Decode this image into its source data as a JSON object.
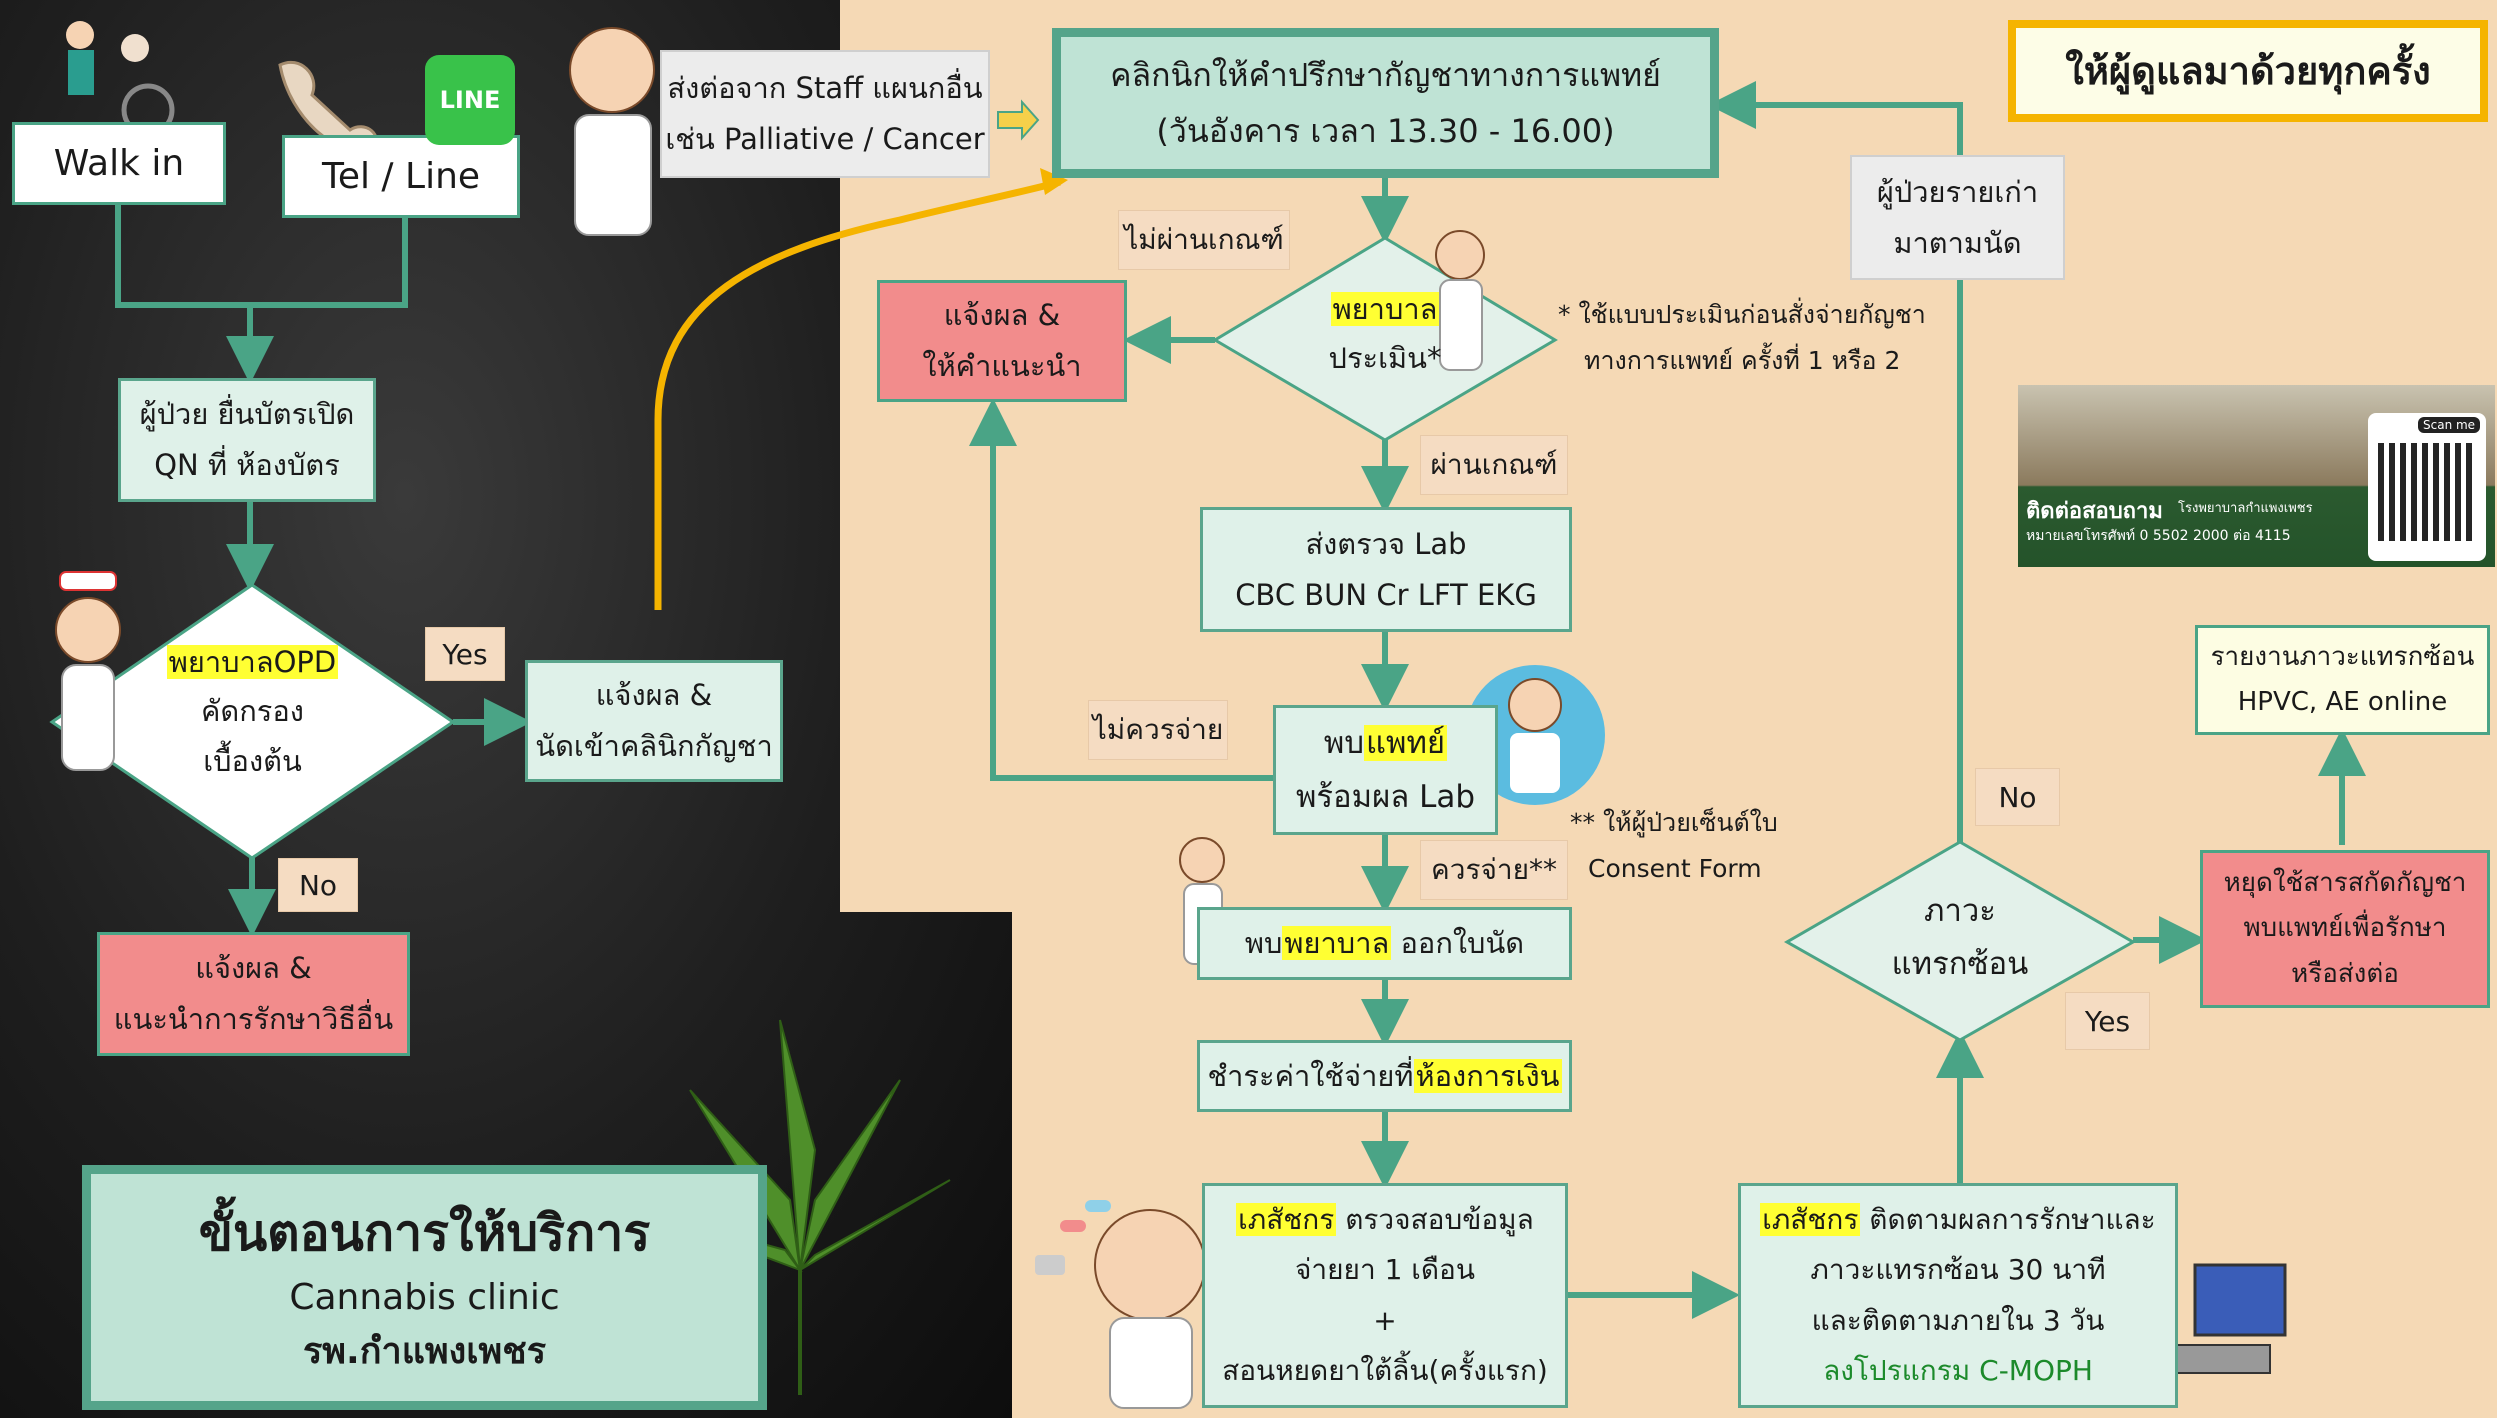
{
  "colors": {
    "accent": "#55a48a",
    "highlight": "#ffff33",
    "pink": "#f28c8c",
    "orange_arrow": "#f5b400",
    "background_tan": "#f5d9b5"
  },
  "entry": {
    "walk_in": "Walk in",
    "tel_line": "Tel / Line",
    "line_logo": "LINE",
    "referral": [
      "ส่งต่อจาก Staff แผนกอื่น",
      "เช่น Palliative / Cancer"
    ]
  },
  "left_flow": {
    "register": [
      "ผู้ป่วย ยื่นบัตรเปิด",
      "QN ที่ ห้องบัตร"
    ],
    "opd_nurse_hl": "พยาบาลOPD",
    "opd_nurse_rest": [
      "คัดกรอง",
      "เบื้องต้น"
    ],
    "yes": "Yes",
    "no": "No",
    "notify_appt": [
      "แจ้งผล &",
      "นัดเข้าคลินิกกัญชา"
    ],
    "notify_alt": [
      "แจ้งผล &",
      "แนะนำการรักษาวิธีอื่น"
    ]
  },
  "title_box": {
    "title": "ขั้นตอนการให้บริการ",
    "subtitle": "Cannabis clinic",
    "hospital": "รพ.กำแพงเพชร"
  },
  "clinic": {
    "title": "คลิกนิกให้คำปรึกษากัญชาทางการแพทย์",
    "time": "(วันอังคาร เวลา 13.30 - 16.00)"
  },
  "banner": "ให้ผู้ดูแลมาด้วยทุกครั้ง",
  "assessment": {
    "nurse_hl": "พยาบาล",
    "rest": "ประเมิน*",
    "fail_label": "ไม่ผ่านเกณฑ์",
    "pass_label": "ผ่านเกณฑ์",
    "note": [
      "* ใช้แบบประเมินก่อนสั่งจ่ายกัญชา",
      "ทางการแพทย์ ครั้งที่ 1 หรือ 2"
    ]
  },
  "advice": [
    "แจ้งผล &",
    "ให้คำแนะนำ"
  ],
  "lab": [
    "ส่งตรวจ Lab",
    "CBC BUN Cr LFT EKG"
  ],
  "doctor": {
    "pre": "พบ",
    "hl": "แพทย์",
    "rest": "พร้อมผล Lab",
    "not_dispense": "ไม่ควรจ่าย",
    "dispense": "ควรจ่าย**",
    "note": [
      "** ให้ผู้ป่วยเซ็นต์ใบ",
      "Consent Form"
    ]
  },
  "nurse_appt": {
    "pre": "พบ",
    "hl": "พยาบาล",
    "rest": " ออกใบนัด"
  },
  "payment": {
    "pre": "ชำระค่าใช้จ่ายที่",
    "hl": "ห้องการเงิน"
  },
  "pharmacist1": {
    "hl": "เภสัชกร",
    "line1_rest": " ตรวจสอบข้อมูล",
    "line2": "จ่ายยา 1 เดือน",
    "line3": "+",
    "line4": "สอนหยดยาใต้ลิ้น(ครั้งแรก)"
  },
  "pharmacist2": {
    "hl": "เภสัชกร",
    "line1_rest": " ติดตามผลการรักษาและ",
    "line2": "ภาวะแทรกซ้อน 30 นาที",
    "line3": "และติดตามภายใน 3 วัน",
    "line4": "ลงโปรแกรม C-MOPH"
  },
  "complication": {
    "text": [
      "ภาวะ",
      "แทรกซ้อน"
    ],
    "no": "No",
    "yes": "Yes"
  },
  "old_patient": [
    "ผู้ป่วยรายเก่า",
    "มาตามนัด"
  ],
  "stop": [
    "หยุดใช้สารสกัดกัญชา",
    "พบแพทย์เพื่อรักษา",
    "หรือส่งต่อ"
  ],
  "report": [
    "รายงานภาวะแทรกซ้อน",
    "HPVC, AE online"
  ],
  "contact": {
    "title": "ติดต่อสอบถาม",
    "hospital": "โรงพยาบาลกำแพงเพชร",
    "phone": "หมายเลขโทรศัพท์ 0 5502 2000 ต่อ 4115",
    "scan": "Scan me"
  }
}
